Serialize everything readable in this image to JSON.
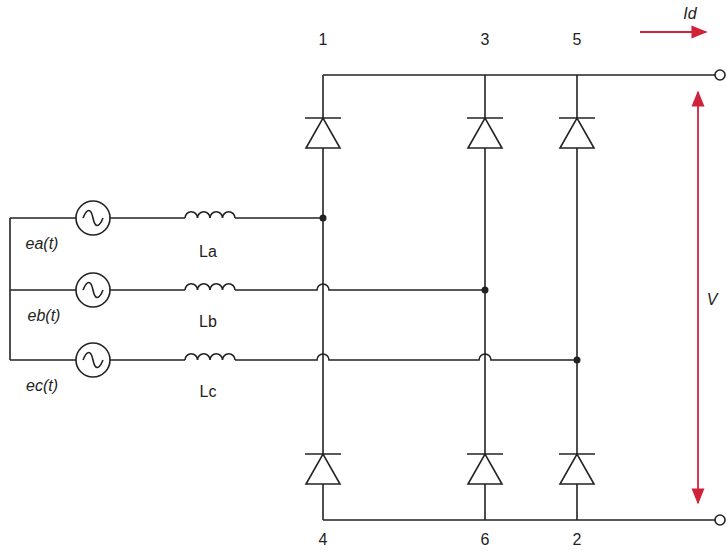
{
  "diagram": {
    "labels": [
      "1",
      "3",
      "5",
      "Id",
      "V",
      "ea(t)",
      "eb(t)",
      "ec(t)",
      "La",
      "Lb",
      "Lc",
      "4",
      "6",
      "2"
    ]
  }
}
